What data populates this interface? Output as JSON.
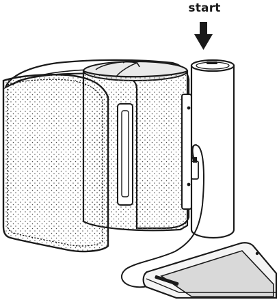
{
  "diagram": {
    "start_label": "start",
    "colors": {
      "outline": "#1a1a1a",
      "arrow": "#1a1a1a",
      "fabric": "#ffffff",
      "dots": "#4a4a4a",
      "inner_sleeve": "#e9e9e9",
      "phone_screen": "#d9d9d9",
      "phone_body": "#f4f4f4"
    },
    "parts": [
      "blood-pressure-cuff",
      "monitor-tube",
      "usb-cable",
      "smartphone"
    ]
  }
}
